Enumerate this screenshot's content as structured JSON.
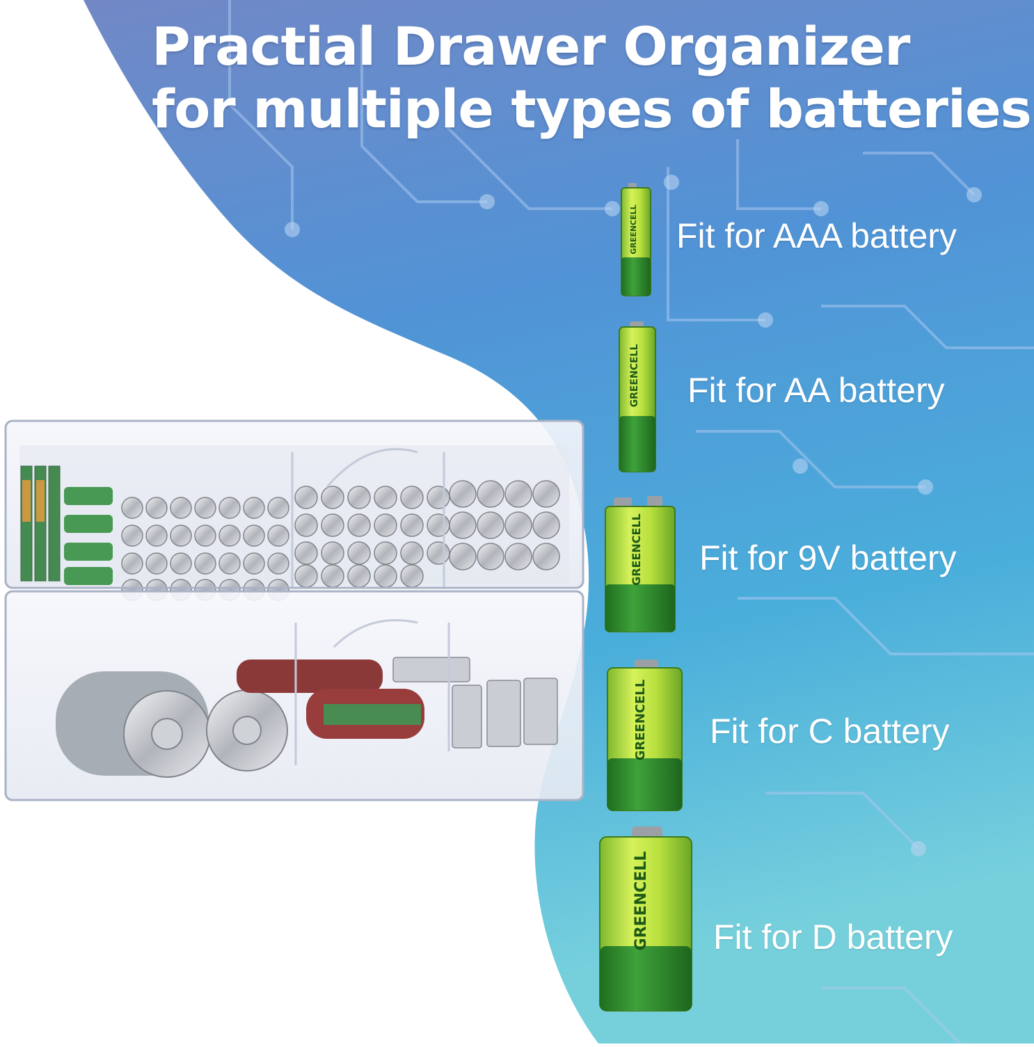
{
  "headline": {
    "line1": "Practial Drawer Organizer",
    "line2": "for multiple types of batteries"
  },
  "battery_brand": "GREENCELL",
  "battery_types": [
    {
      "label": "Fit for AAA battery"
    },
    {
      "label": "Fit for AA battery"
    },
    {
      "label": "Fit for 9V battery"
    },
    {
      "label": "Fit for C battery"
    },
    {
      "label": "Fit for D battery"
    }
  ],
  "colors": {
    "background_top": "#6f8fc9",
    "background_mid": "#4f9fdb",
    "background_bottom": "#6cc9d9",
    "battery_green_dark": "#2f8a2a",
    "battery_green_light": "#c6e84a",
    "text": "#ffffff"
  }
}
